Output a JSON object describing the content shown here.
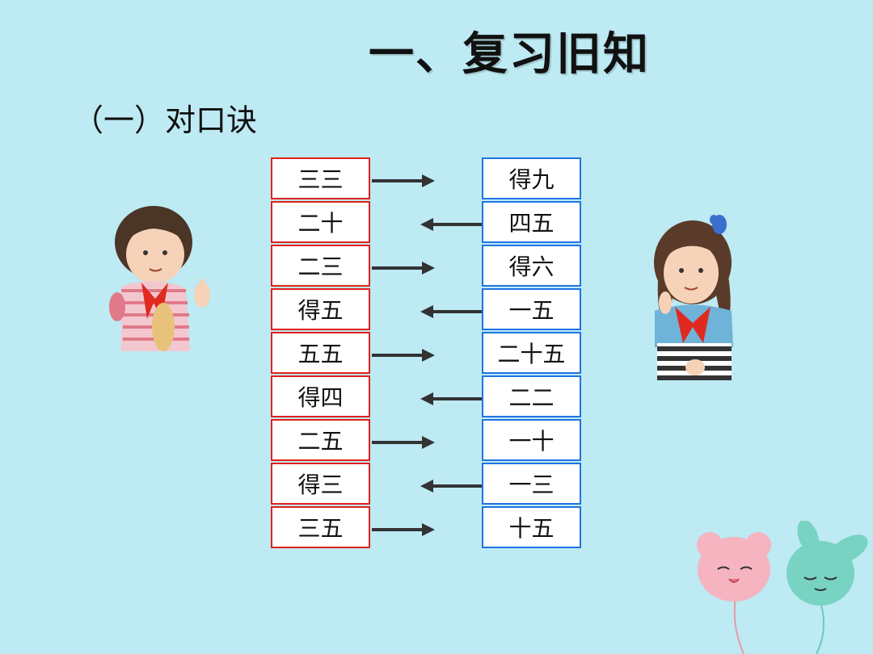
{
  "title": "一、复习旧知",
  "subtitle": "（一）对口诀",
  "left_column": [
    "三三",
    "二十",
    "二三",
    "得五",
    "五五",
    "得四",
    "二五",
    "得三",
    "三五"
  ],
  "right_column": [
    "得九",
    "四五",
    "得六",
    "一五",
    "二十五",
    "二二",
    "一十",
    "一三",
    "十五"
  ],
  "arrows": [
    "right",
    "left",
    "right",
    "left",
    "right",
    "left",
    "right",
    "left",
    "right"
  ],
  "colors": {
    "background": "#bdeaf3",
    "left_border": "#e0211c",
    "right_border": "#1f74e3"
  }
}
